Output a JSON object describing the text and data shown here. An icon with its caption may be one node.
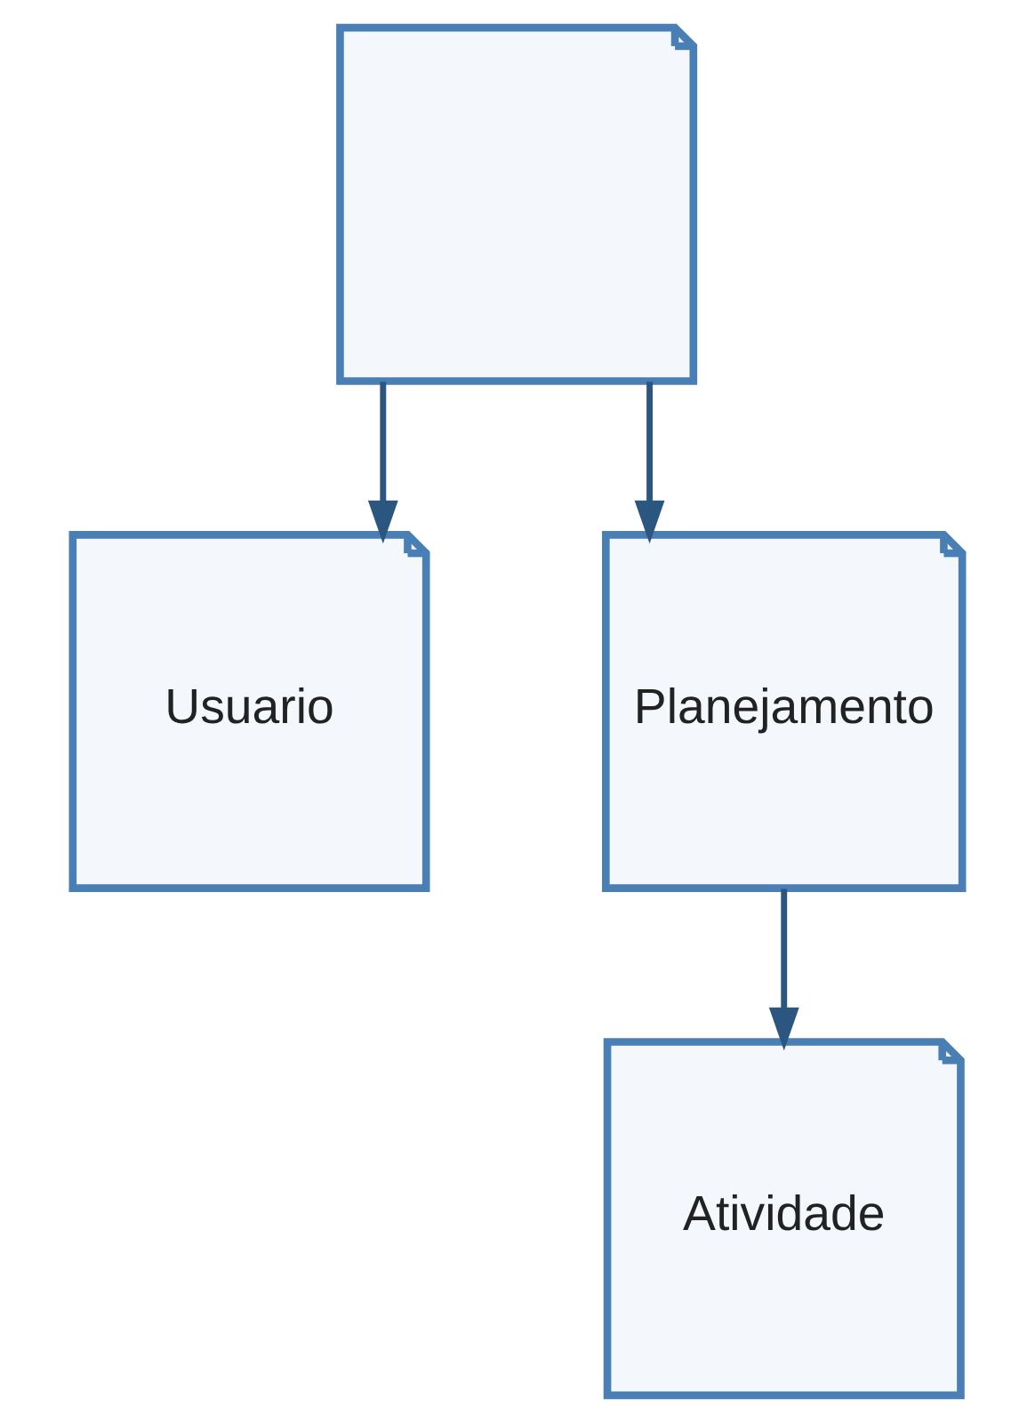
{
  "diagram": {
    "nodes": [
      {
        "text": [],
        "shape": "document"
      },
      {
        "text": [
          "Usuario"
        ]
      },
      {
        "text": [
          "Planejamento"
        ]
      },
      {
        "text": [
          "Atividade"
        ]
      }
    ],
    "edges": [
      {
        "from": 0,
        "to": 1,
        "arrow": "to"
      },
      {
        "from": 0,
        "to": 2,
        "arrow": "to"
      },
      {
        "from": 2,
        "to": 3,
        "arrow": "to"
      }
    ]
  }
}
